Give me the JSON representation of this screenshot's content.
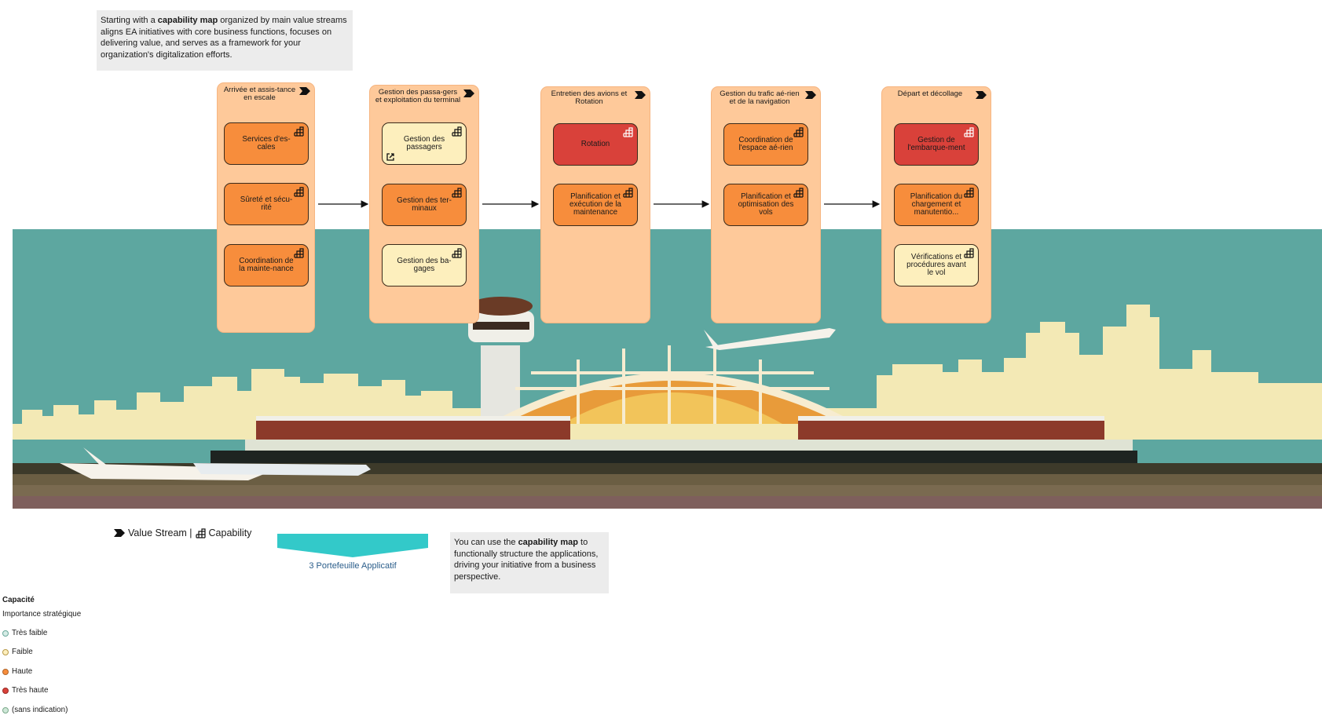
{
  "intro_note": {
    "lead": "Starting with a ",
    "bold": "capability map",
    "rest": " organized by main value streams aligns EA initiatives with core business functions, focuses on delivering value, and serves as a framework for your organization's digitalization efforts."
  },
  "value_streams": [
    {
      "title": "Arrivée et assis-tance en escale",
      "capabilities": [
        {
          "label": "Services d'es-cales",
          "importance": "Haute"
        },
        {
          "label": "Sûreté et sécu-rité",
          "importance": "Haute"
        },
        {
          "label": "Coordination de la mainte-nance",
          "importance": "Haute"
        }
      ]
    },
    {
      "title": "Gestion des passa-gers et exploitation du terminal",
      "capabilities": [
        {
          "label": "Gestion des passagers",
          "importance": "Faible",
          "external_link": true
        },
        {
          "label": "Gestion des ter-minaux",
          "importance": "Haute"
        },
        {
          "label": "Gestion des ba-gages",
          "importance": "Faible"
        }
      ]
    },
    {
      "title": "Entretien des avions et Rotation",
      "capabilities": [
        {
          "label": "Rotation",
          "importance": "Très haute"
        },
        {
          "label": "Planification et exécution de la maintenance",
          "importance": "Haute"
        }
      ]
    },
    {
      "title": "Gestion du trafic aé-rien et de la navigation",
      "capabilities": [
        {
          "label": "Coordination de l'espace aé-rien",
          "importance": "Haute"
        },
        {
          "label": "Planification et optimisation des vols",
          "importance": "Haute"
        }
      ]
    },
    {
      "title": "Départ et décollage",
      "capabilities": [
        {
          "label": "Gestion de l'embarque-ment",
          "importance": "Très haute"
        },
        {
          "label": "Planification du chargement et manutentio...",
          "importance": "Haute"
        },
        {
          "label": "Vérifications et procédures avant le vol",
          "importance": "Faible"
        }
      ]
    }
  ],
  "legend_bar": {
    "value_stream": "Value Stream |",
    "capability": "Capability"
  },
  "portfolio_link": {
    "label": "3 Portefeuille Applicatif",
    "color": "#33c9c9"
  },
  "second_note": {
    "lead": "You can use the ",
    "bold": "capability map",
    "rest": " to functionally structure the applications, driving your initiative from a business perspective."
  },
  "legend": {
    "title": "Capacité",
    "subtitle": "Importance stratégique",
    "items": [
      {
        "label": "Très faible",
        "color": "#d6ece6",
        "border": "#6aa89a"
      },
      {
        "label": "Faible",
        "color": "#fdefbd",
        "border": "#b89a4a"
      },
      {
        "label": "Haute",
        "color": "#f78d3c",
        "border": "#b0652a"
      },
      {
        "label": "Très haute",
        "color": "#d9413a",
        "border": "#9a2a24"
      },
      {
        "label": "(sans indication)",
        "color": "#cfe8d8",
        "border": "#7aa88a"
      }
    ]
  },
  "colors": {
    "value_stream_fill": "#fec99a",
    "importance": {
      "Très faible": "#d6ece6",
      "Faible": "#fdefbd",
      "Haute": "#f78d3c",
      "Très haute": "#d9413a"
    },
    "sky": "#5da7a0",
    "skyline": "#f3e9b5"
  }
}
